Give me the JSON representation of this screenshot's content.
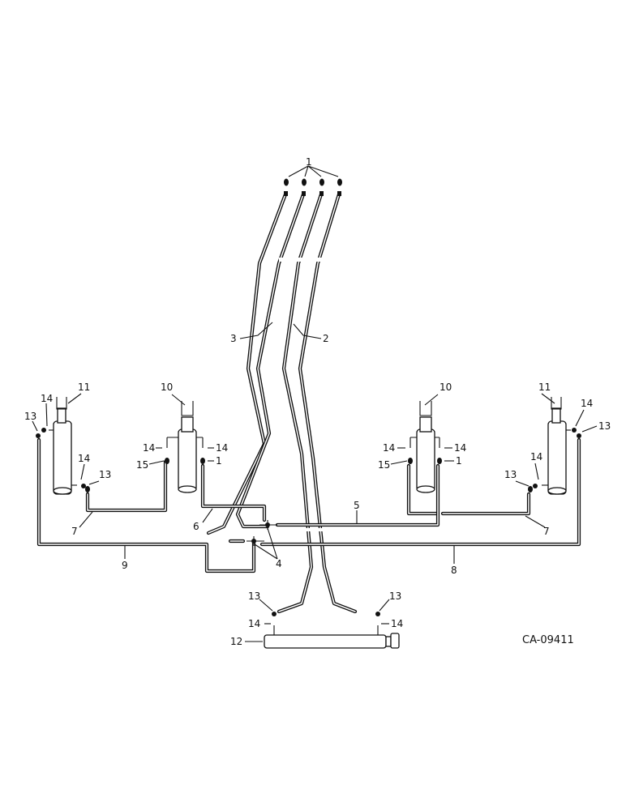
{
  "diagram_code": "CA-09411",
  "callouts": {
    "c1": "1",
    "c2": "2",
    "c3": "3",
    "c4": "4",
    "c5": "5",
    "c6": "6",
    "c7": "7",
    "c8": "8",
    "c9": "9",
    "c10": "10",
    "c11": "11",
    "c12": "12",
    "c13": "13",
    "c14": "14",
    "c15": "15"
  }
}
